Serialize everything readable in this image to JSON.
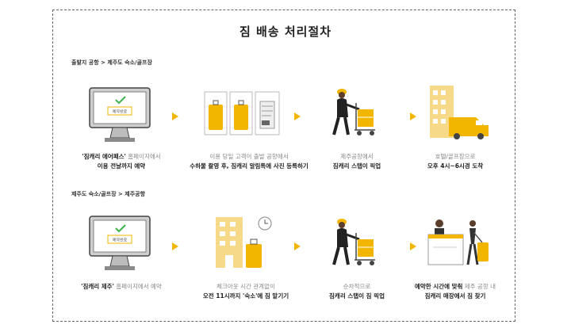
{
  "title": "짐 배송 처리절차",
  "routes": [
    {
      "label": "출발지 공항 > 제주도 숙소/골프장",
      "steps": [
        {
          "icon": "monitor-check-icon",
          "screen_text": "예약완료",
          "line1_strong": "'짐캐리 에어패스'",
          "line1_rest": " 홈페이지에서",
          "line2": "이용 전날까지 예약"
        },
        {
          "icon": "luggage-photo-icon",
          "line1_strong": "",
          "line1_rest": "이용 당일 고객이 출발 공항에서",
          "line2": "수하물 촬영 후, 짐캐리 알림톡에 사진 등록하기"
        },
        {
          "icon": "porter-cart-icon",
          "line1_strong": "",
          "line1_rest": "제주공항에서",
          "line2": "짐캐리 스탭이 픽업"
        },
        {
          "icon": "hotel-truck-icon",
          "line1_strong": "",
          "line1_rest": "호텔/골프장으로",
          "line2": "오후 4시~6시경 도착"
        }
      ]
    },
    {
      "label": "제주도 숙소/골프장 > 제주공항",
      "steps": [
        {
          "icon": "monitor-check-icon",
          "screen_text": "예약완료",
          "line1_strong": "'짐캐리 제주'",
          "line1_rest": " 홈페이지에서 예약",
          "line2": ""
        },
        {
          "icon": "hotel-luggage-clock-icon",
          "line1_strong": "",
          "line1_rest": "체크아웃 시간 관계없이",
          "line2": "오전 11시까지 '숙소'에 짐 맡기기"
        },
        {
          "icon": "porter-cart-icon",
          "line1_strong": "",
          "line1_rest": "순차적으로",
          "line2": "짐캐리 스탭이 짐 픽업"
        },
        {
          "icon": "counter-pickup-icon",
          "line1_strong": "예약한 시간에 맞춰",
          "line1_rest": " 제주 공항 내",
          "line2": "짐캐리 매장에서 짐 찾기"
        }
      ]
    }
  ],
  "colors": {
    "accent": "#f2b600",
    "accent_light": "#f7d98a",
    "ink": "#333333",
    "muted": "#888888"
  }
}
